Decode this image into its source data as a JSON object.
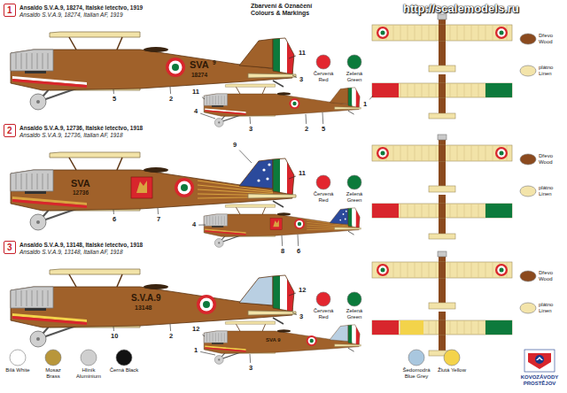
{
  "diagram": {
    "title": "Zbarvení & Označení Colours & Markings",
    "nodes": [
      {
        "text": [
          "1"
        ]
      },
      {
        "text": [
          "2"
        ]
      },
      {
        "text": [
          "3"
        ]
      }
    ],
    "labels": [
      "http://scalemodels.ru",
      "Ansaldo S.V.A.9, 18274, Italské letectvo, 1919",
      "Ansaldo S.V.A.9, 18274, Italian AF, 1919",
      "SVA",
      "9",
      "18274",
      "11",
      "3",
      "5",
      "2",
      "11",
      "4",
      "3",
      "2",
      "5",
      "1",
      "Ansaldo S.V.A.9, 12736, Italské letectvo, 1918",
      "Ansaldo S.V.A.9, 12736, Italian AF, 1918",
      "SVA",
      "12736",
      "9",
      "11",
      "6",
      "7",
      "4",
      "8",
      "6",
      "Ansaldo S.V.A.9, 13148, Italské letectvo, 1918",
      "Ansaldo S.V.A.9, 13148, Italian AF, 1918",
      "S.V.A.9",
      "13148",
      "12",
      "3",
      "10",
      "2",
      "12",
      "1",
      "3",
      "SVA 9",
      "KOVOZÁVODY PROSTĚJOV"
    ],
    "legend": [
      {
        "text": "Červená Red",
        "color": "#e3262f"
      },
      {
        "text": "Zelená Green",
        "color": "#0b7a3b"
      },
      {
        "text": "Dřevo Wood",
        "color": "#8b4a1e"
      },
      {
        "text": "plátno Linen",
        "color": "#f3e4aa"
      },
      {
        "text": "Červená Red",
        "color": "#e3262f"
      },
      {
        "text": "Zelená Green",
        "color": "#0b7a3b"
      },
      {
        "text": "Dřevo Wood",
        "color": "#8b4a1e"
      },
      {
        "text": "plátno Linen",
        "color": "#f3e4aa"
      },
      {
        "text": "Červená Red",
        "color": "#e3262f"
      },
      {
        "text": "Zelená Green",
        "color": "#0b7a3b"
      },
      {
        "text": "Dřevo Wood",
        "color": "#8b4a1e"
      },
      {
        "text": "plátno Linen",
        "color": "#f3e4aa"
      },
      {
        "text": "Bílá White",
        "color": "#ffffff"
      },
      {
        "text": "Mosaz Brass",
        "color": "#b8963a"
      },
      {
        "text": "Hliník Aluminium",
        "color": "#cfcfcf"
      },
      {
        "text": "Černá Black",
        "color": "#111111"
      },
      {
        "text": "Šedomodrá Blue Grey",
        "color": "#a9c7df"
      },
      {
        "text": "Žlutá Yellow",
        "color": "#f4d34b"
      }
    ]
  }
}
